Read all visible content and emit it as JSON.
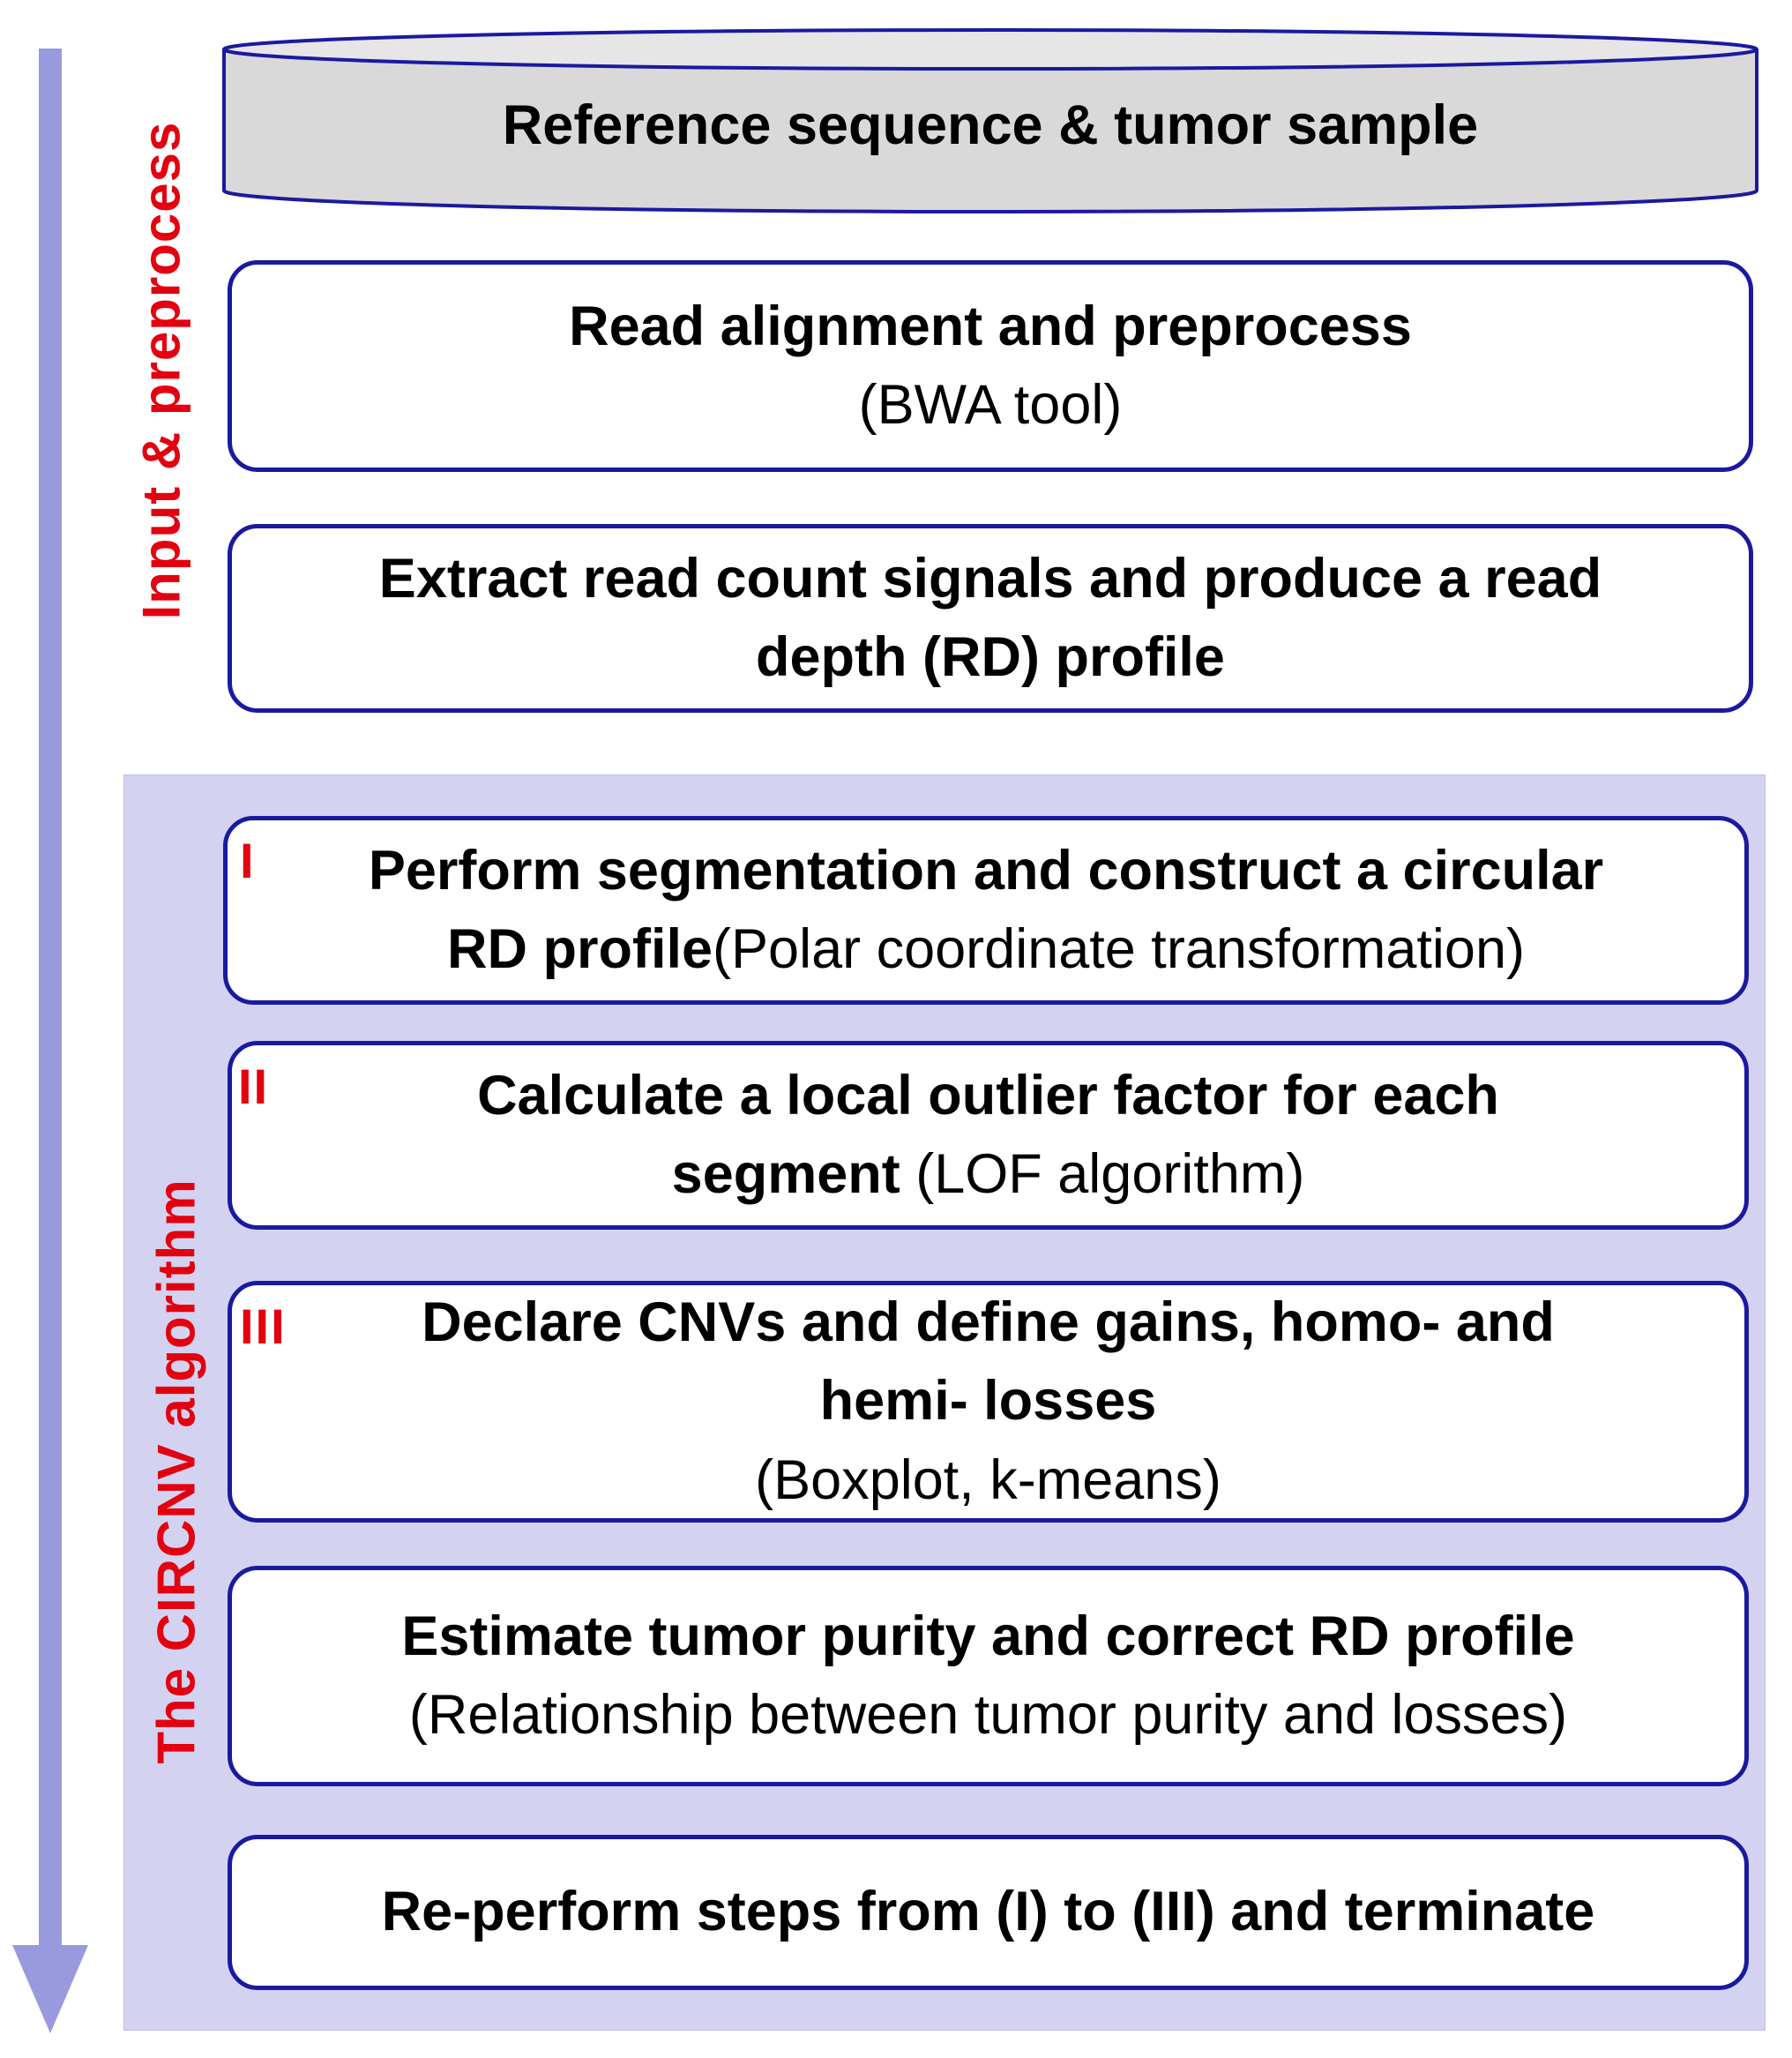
{
  "colors": {
    "arrow": "#9999dd",
    "panel": "#d3d3f1",
    "box_border": "#1a1aa0",
    "label_red": "#e3000f",
    "drum_fill": "#d9d9d9"
  },
  "sections": {
    "input_label": "Input & preprocess",
    "algorithm_label": "The CIRCNV algorithm"
  },
  "reference": {
    "title": "Reference sequence & tumor sample"
  },
  "steps": {
    "align": {
      "title": "Read alignment and preprocess",
      "subtitle": "(BWA tool)"
    },
    "extract": {
      "line1": "Extract read count signals and produce a read",
      "line2": "depth (RD) profile"
    },
    "segmentation": {
      "marker": "I",
      "line1": "Perform segmentation and construct a circular",
      "line2_bold": "RD profile",
      "line2_normal": "(Polar coordinate transformation)"
    },
    "lof": {
      "marker": "II",
      "line1": "Calculate a local outlier factor for each",
      "line2_bold": "segment",
      "line2_normal": " (LOF algorithm)"
    },
    "declare": {
      "marker": "III",
      "line1": "Declare CNVs and define gains, homo- and",
      "line2": "hemi- losses",
      "line3": "(Boxplot, k-means)"
    },
    "purity": {
      "title": "Estimate tumor purity and correct RD profile",
      "subtitle": "(Relationship between tumor purity and losses)"
    },
    "reperform": {
      "title": "Re-perform steps from (I) to (III) and terminate"
    }
  }
}
